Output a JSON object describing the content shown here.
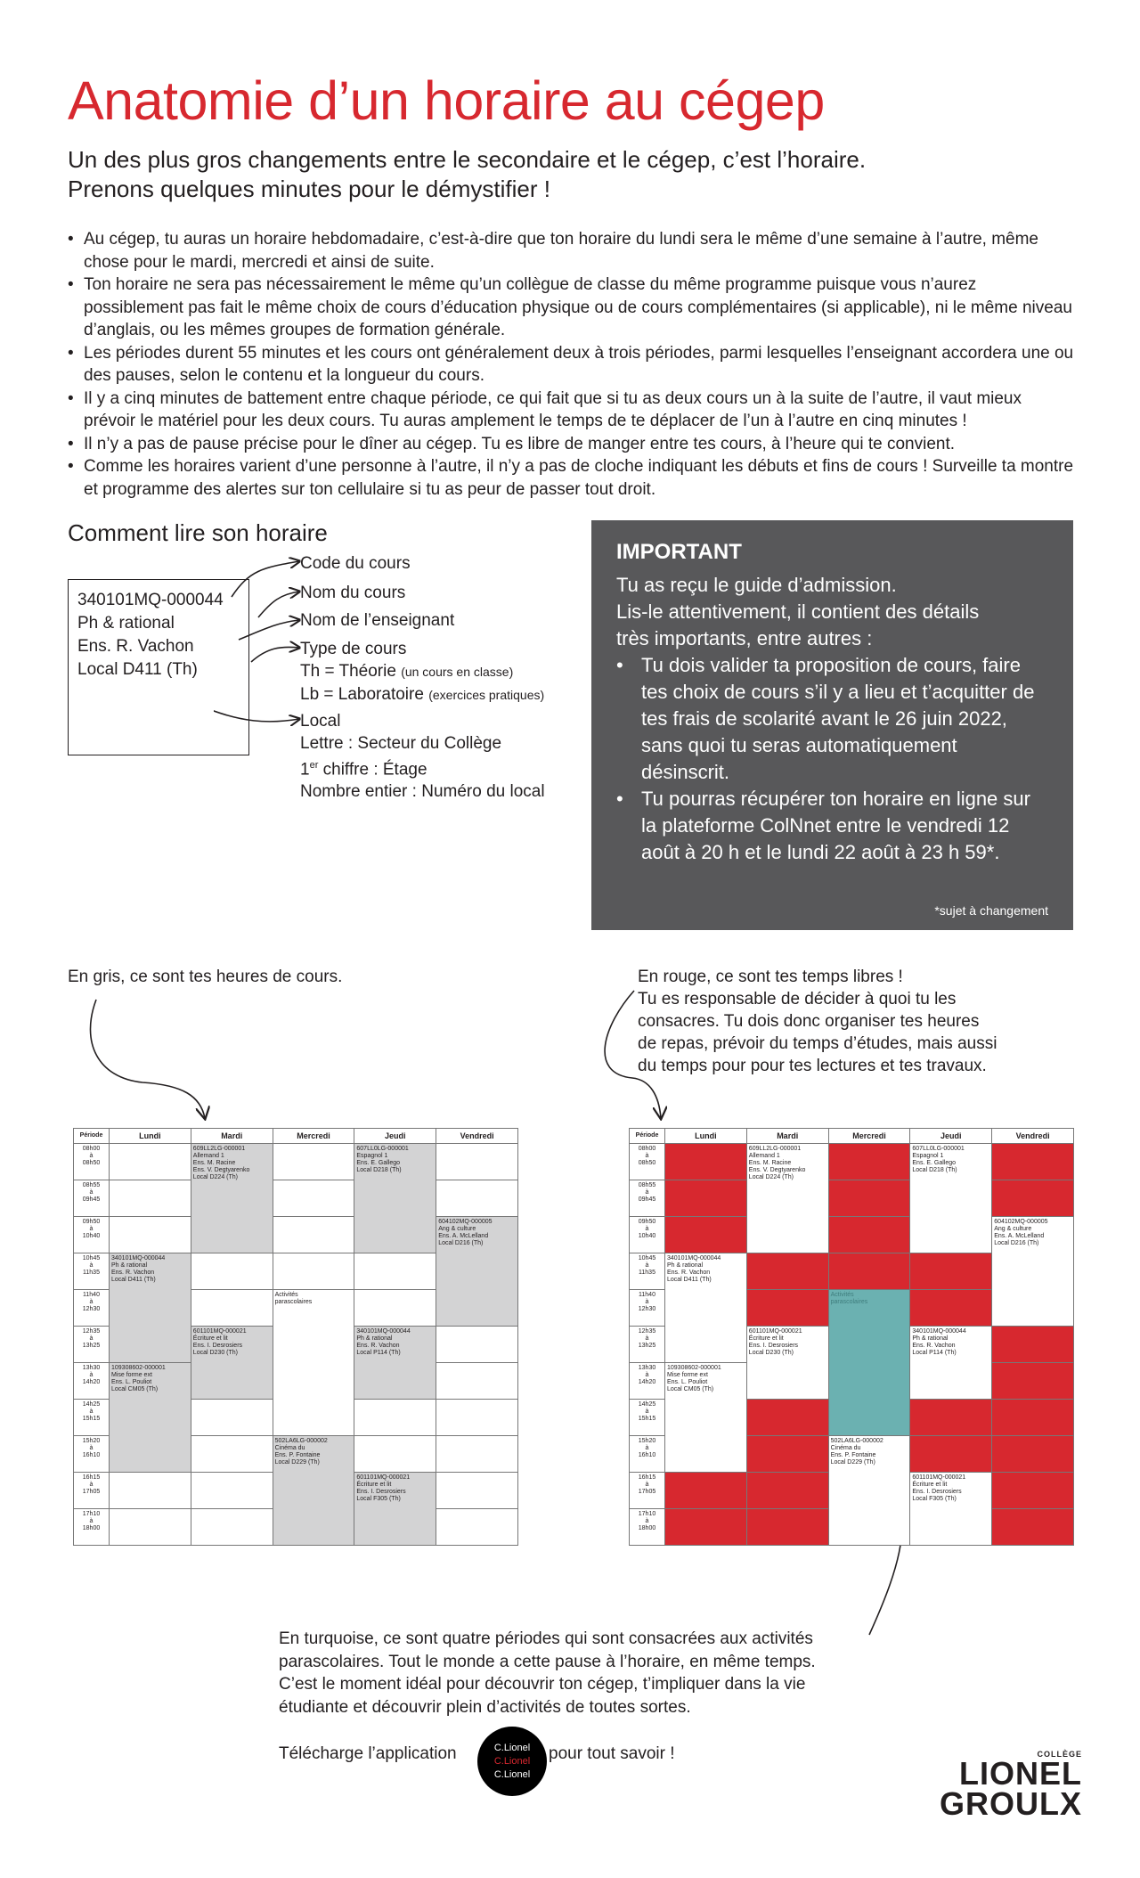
{
  "title": "Anatomie d’un horaire au cégep",
  "intro": [
    "Un des plus gros changements entre le secondaire et le cégep, c’est l’horaire.",
    "Prenons quelques minutes pour le démystifier !"
  ],
  "bullets": [
    "Au cégep, tu auras un horaire hebdomadaire, c’est-à-dire que ton horaire du lundi sera le même d’une semaine à l’autre, même chose pour le mardi, mercredi et ainsi de suite.",
    "Ton horaire ne sera pas nécessairement le même qu’un collègue de classe du même programme puisque vous n’aurez possiblement pas fait le même choix de cours d’éducation physique ou de cours complémentaires (si applicable), ni le même niveau d’anglais, ou les mêmes groupes de formation générale.",
    "Les périodes durent 55 minutes et les cours ont généralement deux à trois périodes, parmi lesquelles l’enseignant accordera une ou des pauses, selon le contenu et la longueur du cours.",
    "Il y a cinq minutes de battement entre chaque période, ce qui fait que si tu as deux cours un à la suite de l’autre, il vaut mieux prévoir le matériel pour les deux cours. Tu auras amplement le temps de te déplacer de l’un à l’autre en cinq minutes !",
    "Il n’y a pas de pause précise pour le dîner au cégep. Tu es libre de manger entre tes cours, à l’heure qui te convient.",
    "Comme les horaires varient d’une personne à l’autre, il n’y a pas de cloche indiquant les débuts et fins de cours ! Surveille ta montre et programme des alertes sur ton cellulaire si tu as peur de passer tout droit."
  ],
  "howto": {
    "title": "Comment lire son horaire",
    "box": [
      "340101MQ-000044",
      "Ph & rational",
      "Ens. R. Vachon",
      "Local D411 (Th)"
    ],
    "code": "Code du cours",
    "name": "Nom du cours",
    "teacher": "Nom de l’enseignant",
    "type": "Type de cours",
    "th": "Th = Théorie",
    "th_note": "(un cours en classe)",
    "lb": "Lb = Laboratoire",
    "lb_note": "(exercices pratiques)",
    "local": "Local",
    "letter": "Lettre : Secteur du Collège",
    "digit_pre": "1",
    "digit_sup": "er",
    "digit_post": " chiffre : Étage",
    "number": "Nombre entier : Numéro du local"
  },
  "important": {
    "title": "IMPORTANT",
    "text": [
      "Tu as reçu le guide d’admission.",
      "Lis-le attentivement, il contient des détails",
      "très importants, entre autres :"
    ],
    "items": [
      "Tu dois valider ta proposition de cours, faire tes choix de cours s’il y a lieu et t’acquitter de tes frais de scolarité avant le 26 juin 2022, sans quoi tu seras automatiquement désinscrit.",
      "Tu pourras récupérer ton horaire en ligne sur la plateforme ColNnet entre le vendredi 12 août à 20 h et le lundi 22 août à 23 h 59*."
    ],
    "note": "*sujet à changement"
  },
  "caption_gray": "En gris, ce sont tes heures de cours.",
  "caption_red": [
    "En rouge, ce sont tes temps libres !",
    "Tu es responsable de décider à quoi tu les",
    "consacres. Tu dois donc organiser tes heures",
    "de repas, prévoir du temps d’études, mais aussi",
    "du temps pour pour tes lectures et tes travaux."
  ],
  "schedule": {
    "headers": [
      "Période",
      "Lundi",
      "Mardi",
      "Mercredi",
      "Jeudi",
      "Vendredi"
    ],
    "periods": [
      [
        "08h00",
        "à",
        "08h50"
      ],
      [
        "08h55",
        "à",
        "09h45"
      ],
      [
        "09h50",
        "à",
        "10h40"
      ],
      [
        "10h45",
        "à",
        "11h35"
      ],
      [
        "11h40",
        "à",
        "12h30"
      ],
      [
        "12h35",
        "à",
        "13h25"
      ],
      [
        "13h30",
        "à",
        "14h20"
      ],
      [
        "14h25",
        "à",
        "15h15"
      ],
      [
        "15h20",
        "à",
        "16h10"
      ],
      [
        "16h15",
        "à",
        "17h05"
      ],
      [
        "17h10",
        "à",
        "18h00"
      ]
    ],
    "courses": {
      "mardi1": [
        "609LL2LG-000001",
        "Allemand 1",
        "Ens. M. Racine",
        "Ens. V. Degtyarenko",
        "Local D224 (Th)"
      ],
      "jeudi1": [
        "607LL0LG-000001",
        "Espagnol 1",
        "Ens. E. Gallego",
        "Local D218 (Th)"
      ],
      "vendredi1": [
        "604102MQ-000005",
        "Ang & culture",
        "Ens. A. McLelland",
        "Local D216 (Th)"
      ],
      "lundi1": [
        "340101MQ-000044",
        "Ph & rational",
        "Ens. R. Vachon",
        "Local D411 (Th)"
      ],
      "mercredi1": [
        "Activités",
        "parascolaires"
      ],
      "mardi2": [
        "601101MQ-000021",
        "Écriture et lit",
        "Ens. I. Desrosiers",
        "Local D230 (Th)"
      ],
      "jeudi2": [
        "340101MQ-000044",
        "Ph & rational",
        "Ens. R. Vachon",
        "Local P114 (Th)"
      ],
      "lundi2": [
        "109308602-000001",
        "Mise forme ext",
        "Ens. L. Pouliot",
        "Local CM05 (Th)"
      ],
      "mercredi2": [
        "502LA6LG-000002",
        "Cinéma du",
        "Ens. P. Fontaine",
        "Local D229 (Th)"
      ],
      "jeudi3": [
        "601101MQ-000021",
        "Écriture et lit",
        "Ens. I. Desrosiers",
        "Local F305 (Th)"
      ]
    }
  },
  "bottom_text": [
    "En turquoise, ce sont quatre périodes qui sont consacrées aux activités",
    "parascolaires. Tout le monde a cette pause à l’horaire, en même temps.",
    "C’est le moment idéal pour découvrir ton cégep, t’impliquer dans la vie",
    "étudiante et découvrir plein d’activités de toutes sortes."
  ],
  "download_pre": "Télécharge l’application",
  "download_post": "pour tout savoir !",
  "app_logo": [
    "C.Lionel",
    "C.Lionel",
    "C.Lionel"
  ],
  "brand": {
    "small": "COLLÈGE",
    "line1": "LIONEL",
    "line2": "GROULX"
  },
  "colors": {
    "red": "#d7282f",
    "gray": "#d3d3d4",
    "dark": "#58585a",
    "turquoise": "#6bb1b1"
  }
}
